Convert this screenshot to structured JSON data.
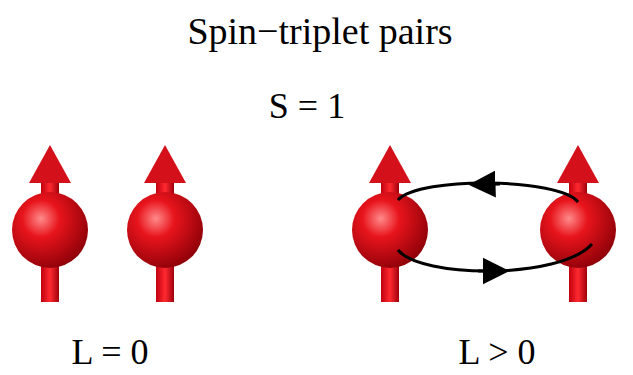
{
  "diagram": {
    "title": "Spin−triplet pairs",
    "labels": [
      "S = 1",
      "L = 0",
      "L > 0"
    ]
  }
}
